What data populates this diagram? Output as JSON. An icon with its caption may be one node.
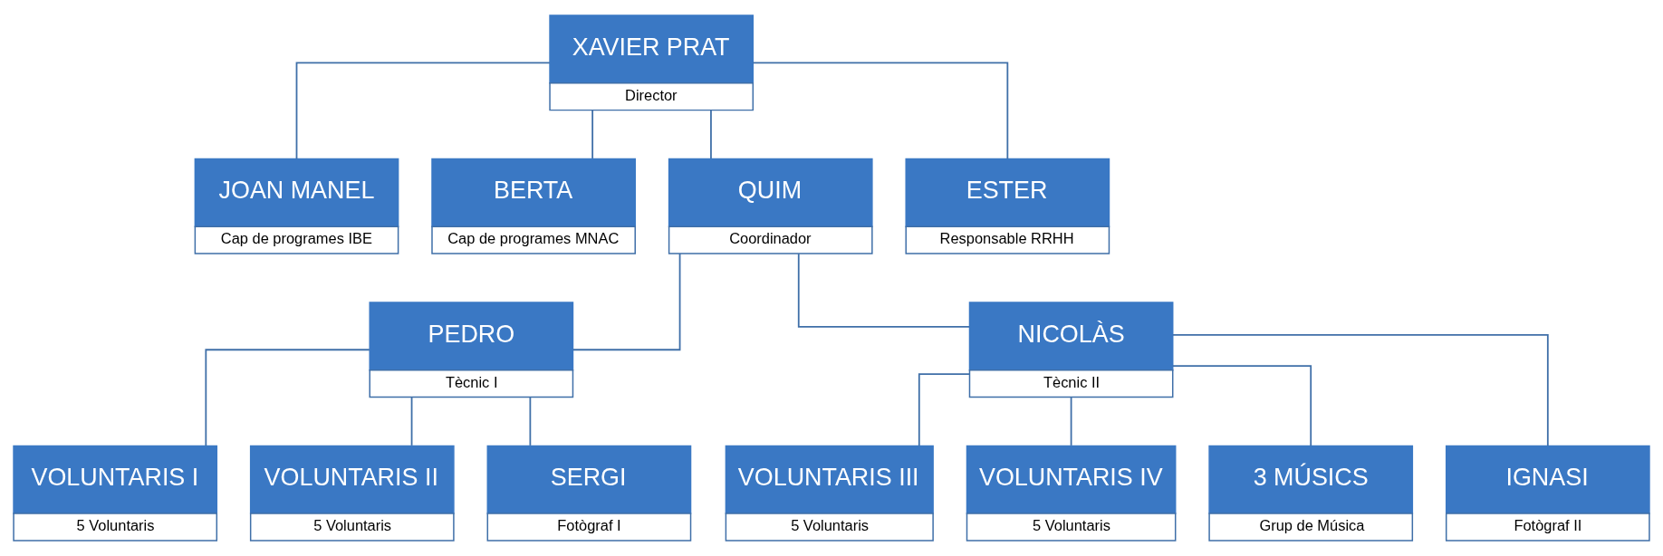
{
  "diagram": {
    "nodes": [
      {
        "text": [
          "XAVIER PRAT",
          "Director"
        ]
      },
      {
        "text": [
          "JOAN MANEL",
          "Cap de programes IBE"
        ]
      },
      {
        "text": [
          "BERTA",
          "Cap de programes MNAC"
        ]
      },
      {
        "text": [
          "QUIM",
          "Coordinador"
        ]
      },
      {
        "text": [
          "ESTER",
          "Responsable RRHH"
        ]
      },
      {
        "text": [
          "PEDRO",
          "Tècnic I"
        ]
      },
      {
        "text": [
          "NICOLÀS",
          "Tècnic II"
        ]
      },
      {
        "text": [
          "VOLUNTARIS I",
          "5 Voluntaris"
        ]
      },
      {
        "text": [
          "VOLUNTARIS II",
          "5 Voluntaris"
        ]
      },
      {
        "text": [
          "SERGI",
          "Fotògraf I"
        ]
      },
      {
        "text": [
          "VOLUNTARIS III",
          "5 Voluntaris"
        ]
      },
      {
        "text": [
          "VOLUNTARIS IV",
          "5 Voluntaris"
        ]
      },
      {
        "text": [
          "3 MÚSICS",
          "Grup de Música"
        ]
      },
      {
        "text": [
          "IGNASI",
          "Fotògraf II"
        ]
      }
    ],
    "edges": [
      {
        "from": 0,
        "to": 1,
        "arrow": "none"
      },
      {
        "from": 0,
        "to": 2,
        "arrow": "none"
      },
      {
        "from": 0,
        "to": 3,
        "arrow": "none"
      },
      {
        "from": 0,
        "to": 4,
        "arrow": "none"
      },
      {
        "from": 3,
        "to": 5,
        "arrow": "none"
      },
      {
        "from": 3,
        "to": 6,
        "arrow": "none"
      },
      {
        "from": 5,
        "to": 7,
        "arrow": "none"
      },
      {
        "from": 5,
        "to": 8,
        "arrow": "none"
      },
      {
        "from": 5,
        "to": 9,
        "arrow": "none"
      },
      {
        "from": 6,
        "to": 10,
        "arrow": "none"
      },
      {
        "from": 6,
        "to": 11,
        "arrow": "none"
      },
      {
        "from": 6,
        "to": 12,
        "arrow": "none"
      },
      {
        "from": 6,
        "to": 13,
        "arrow": "none"
      }
    ]
  }
}
